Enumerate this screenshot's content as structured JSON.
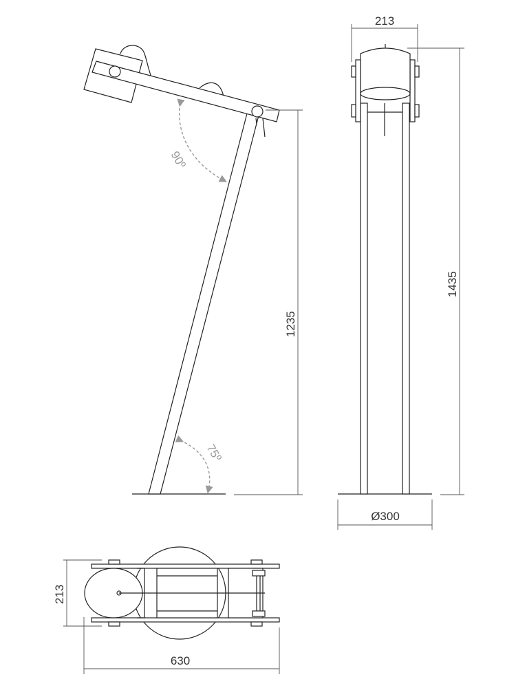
{
  "drawing": {
    "side_view": {
      "height_dimension": "1235",
      "head_angle": "90º",
      "base_angle": "75º"
    },
    "front_view": {
      "width_dimension": "213",
      "height_dimension": "1435",
      "base_diameter": "Ø300"
    },
    "top_view": {
      "width_dimension": "213",
      "length_dimension": "630"
    },
    "colors": {
      "line": "#222222",
      "dimension": "#555555",
      "angle_arrow": "#999999"
    }
  }
}
